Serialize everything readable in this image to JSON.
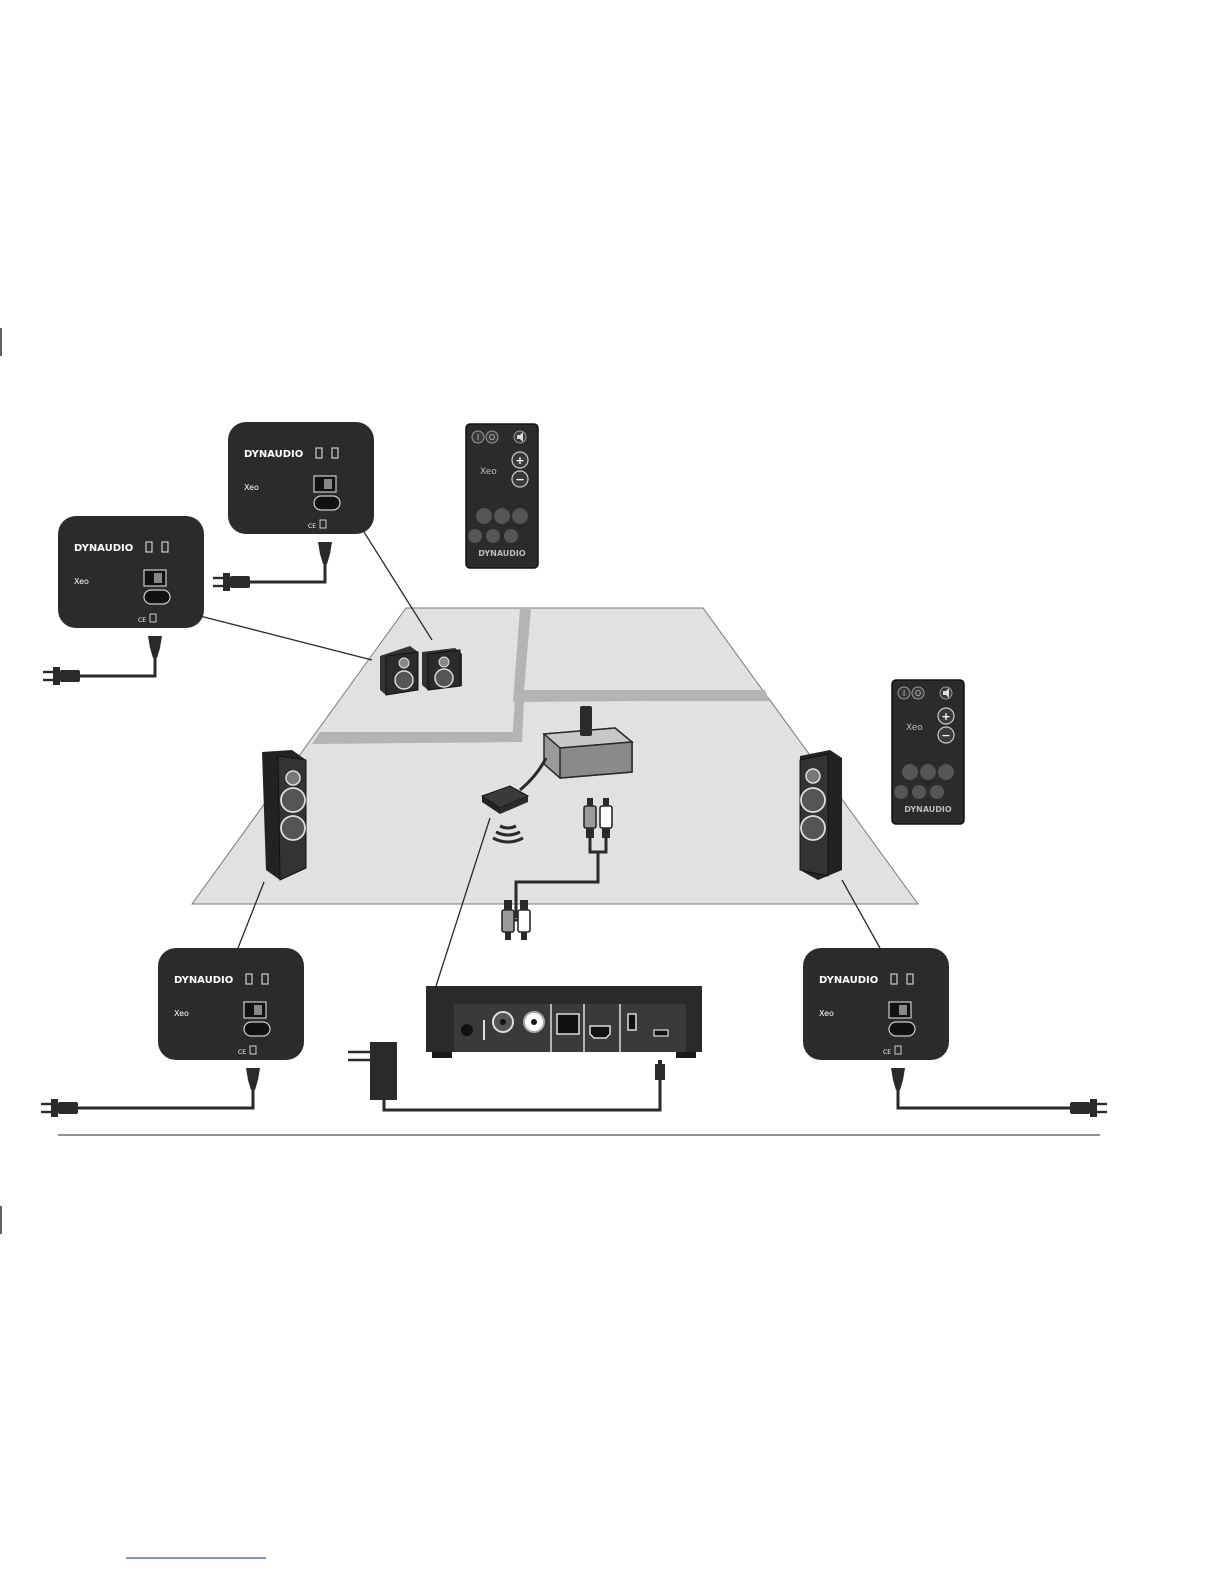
{
  "brand_text": "DYNAUDIO",
  "model_text": "Xeo",
  "remote": {
    "power_on_symbol": "I",
    "power_off_symbol": "O",
    "volume_up_symbol": "+",
    "volume_down_symbol": "−",
    "brand_text": "DYNAUDIO",
    "model_text": "Xeo"
  },
  "colors": {
    "device_body": "#2b2b2b",
    "floor": "#e1e1e1",
    "wall": "#b4b4b4",
    "cable": "#2a2a2a",
    "footer_link": "#3b4fc4"
  },
  "icons": {
    "power_plug": "eu-power-plug-icon",
    "wireless_signal": "wireless-signal-icon",
    "mute": "mute-icon"
  }
}
